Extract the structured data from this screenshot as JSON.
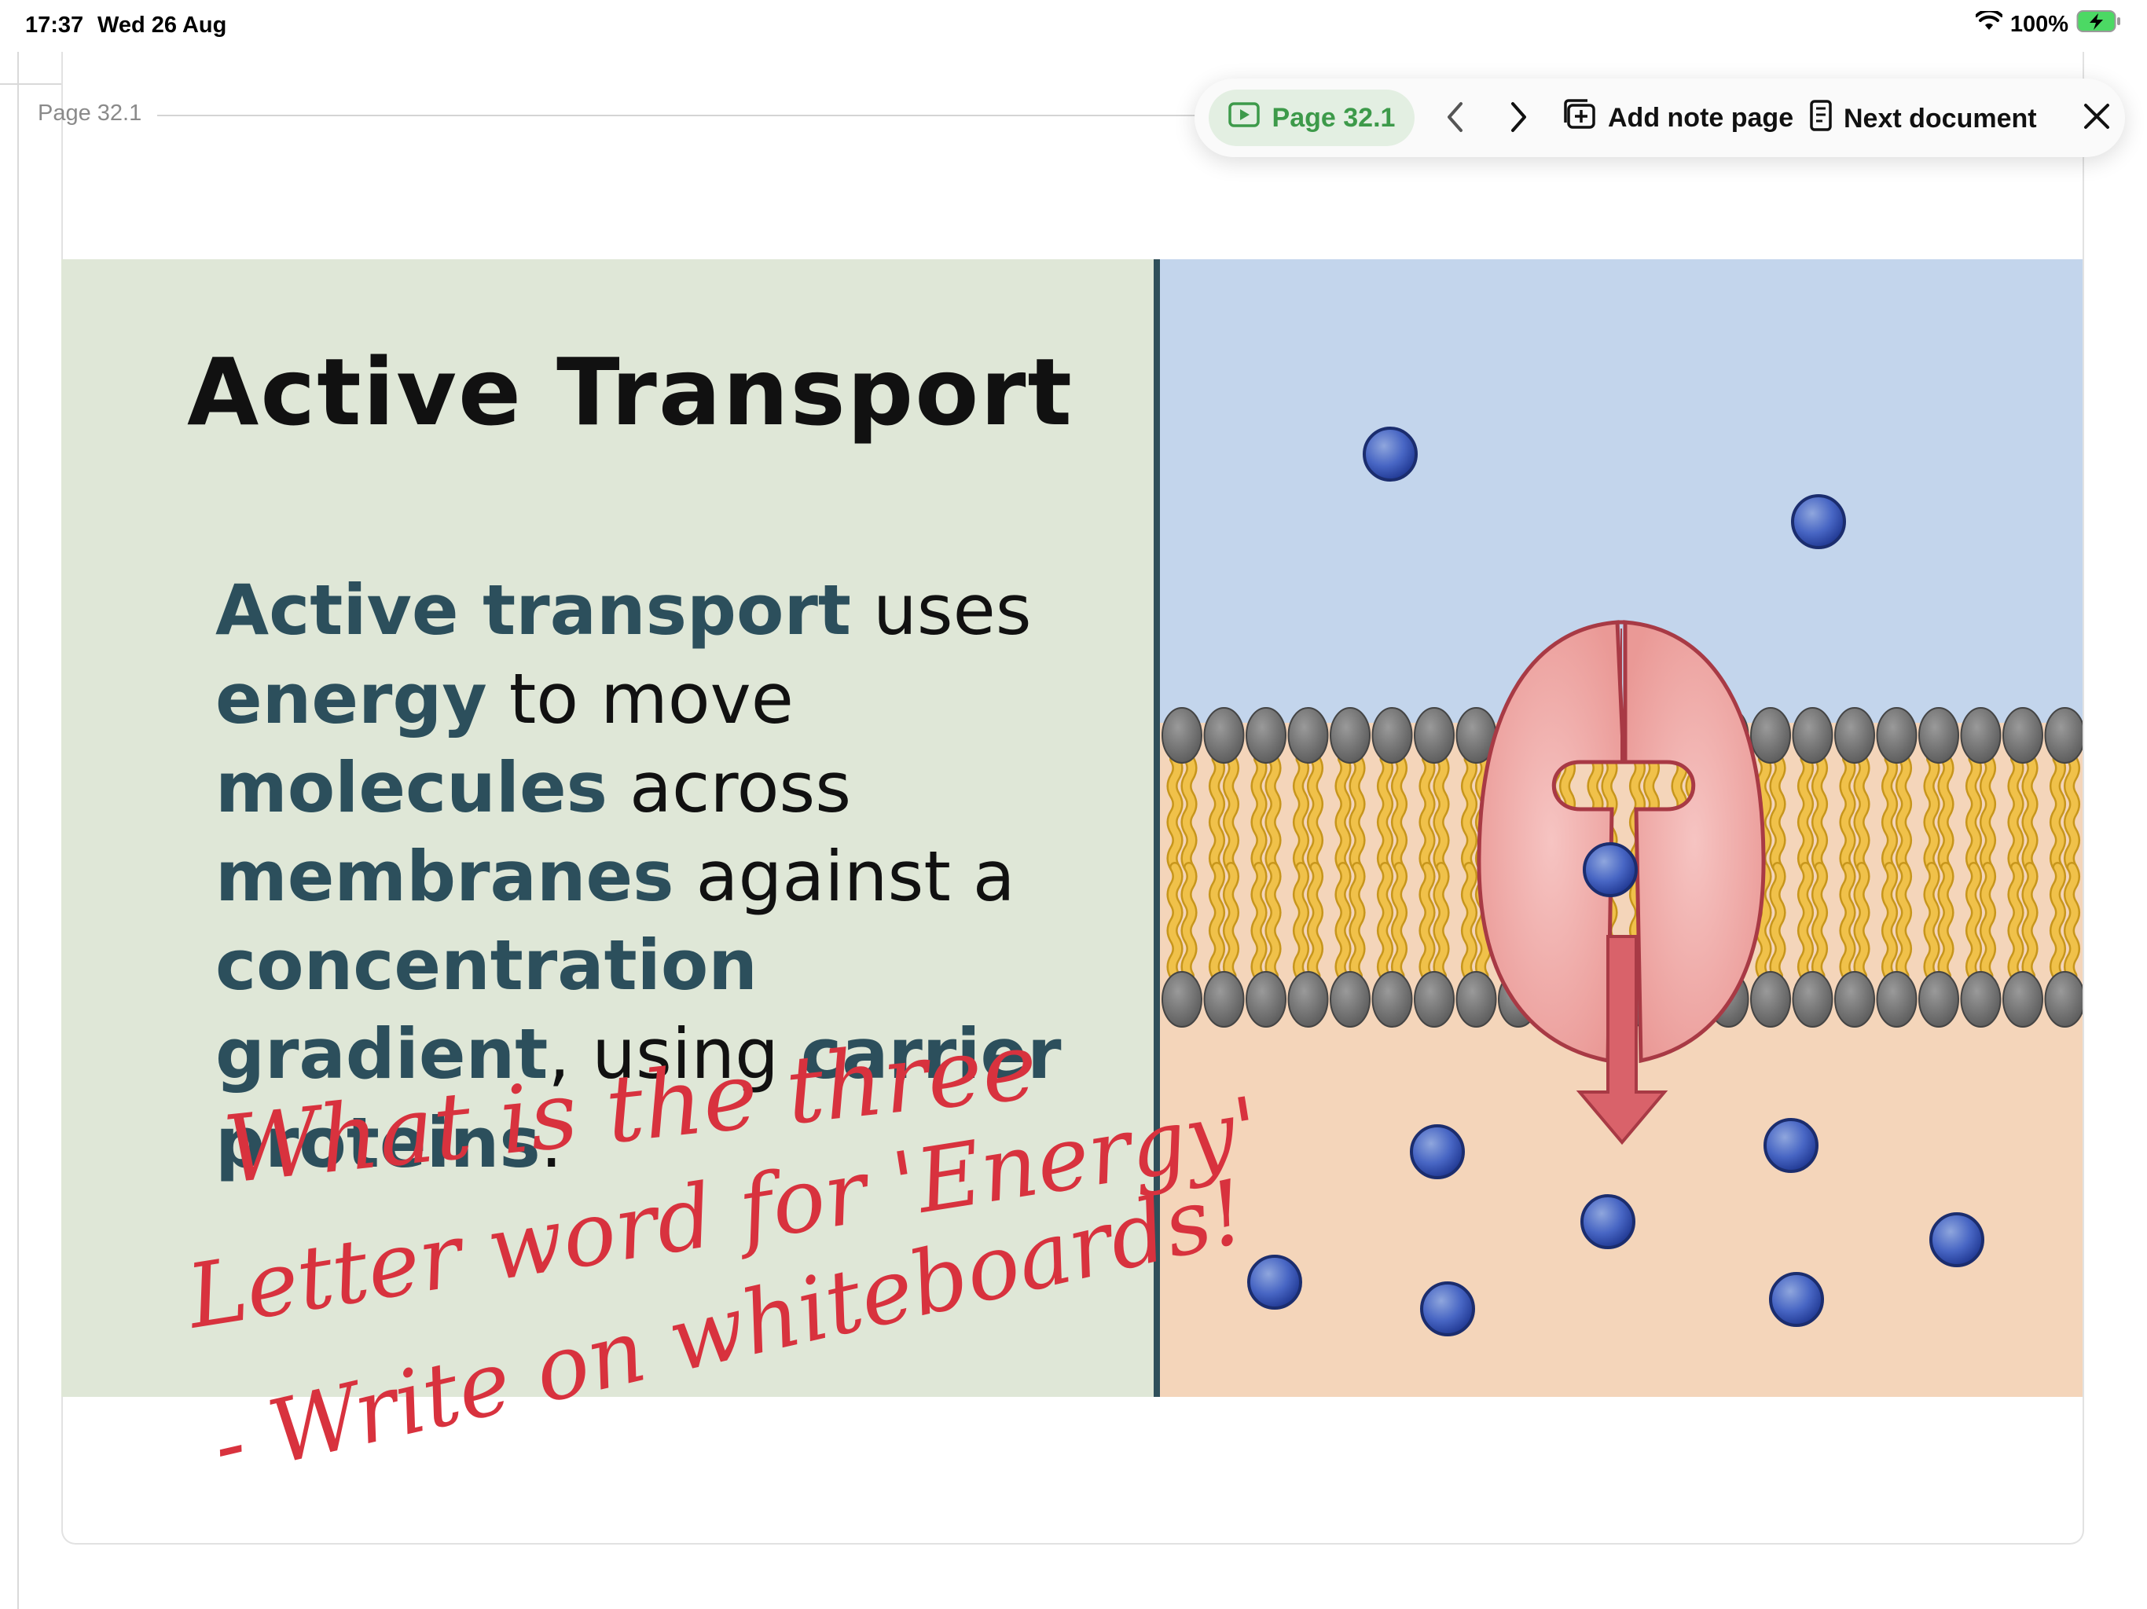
{
  "status_bar": {
    "time": "17:37",
    "date": "Wed 26 Aug",
    "battery_percent": "100%"
  },
  "page_label": "Page 32.1",
  "toolbar": {
    "current_page": "Page 32.1",
    "add_note_page": "Add note page",
    "next_document": "Next document"
  },
  "slide": {
    "title": "Active Transport",
    "body": [
      {
        "text": "Active transport",
        "highlight": true
      },
      {
        "text": " uses ",
        "highlight": false
      },
      {
        "text": "energy",
        "highlight": true
      },
      {
        "text": " to move ",
        "highlight": false
      },
      {
        "text": "molecules",
        "highlight": true
      },
      {
        "text": " across ",
        "highlight": false
      },
      {
        "text": "membranes",
        "highlight": true
      },
      {
        "text": " against a ",
        "highlight": false
      },
      {
        "text": "concentration gradient",
        "highlight": true
      },
      {
        "text": ", using ",
        "highlight": false
      },
      {
        "text": "carrier proteins",
        "highlight": true
      },
      {
        "text": ".",
        "highlight": false
      }
    ],
    "colors": {
      "left_bg": "#dfe7d7",
      "outside_bg": "#c3d5ec",
      "inside_bg": "#f4d5ba",
      "highlight_text": "#2c4f5c",
      "protein": "#eea6a4",
      "molecule": "#3f5fbf",
      "lipid_tail": "#f0c14a",
      "ink": "#d8323e"
    }
  },
  "handwritten_note": {
    "line1": "What is the three",
    "line2": "Letter word for 'Energy'",
    "line3": "- Write on whiteboards!"
  }
}
